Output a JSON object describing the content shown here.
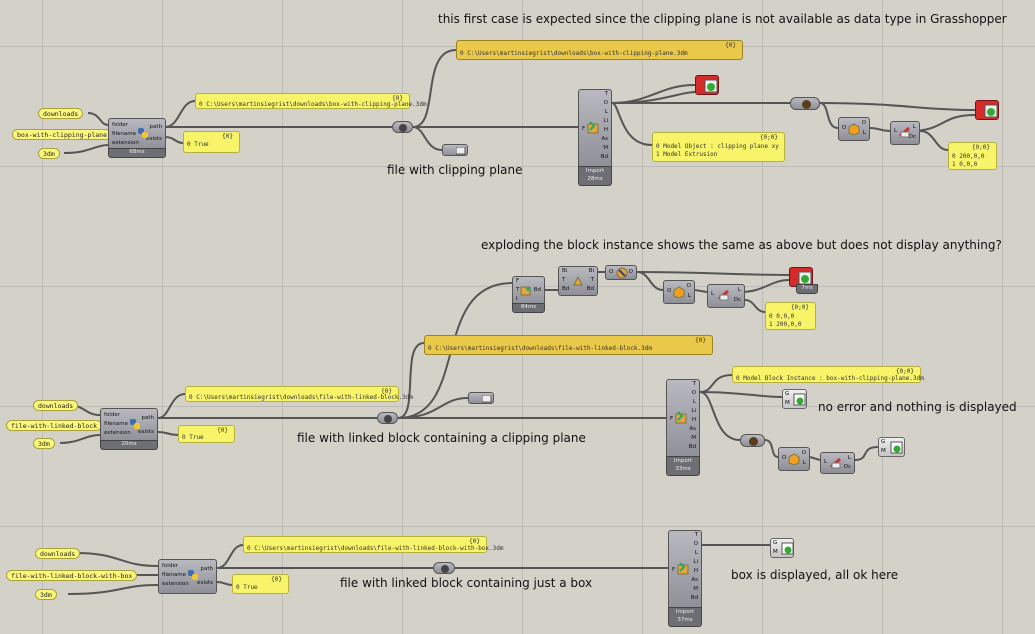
{
  "notes": {
    "n1": "this first case is expected since the clipping plane is not available as data type in Grasshopper",
    "n2": "file with clipping plane",
    "n3": "exploding the block instance shows the same as above but does not display anything?",
    "n4": "file with linked block containing a clipping plane",
    "n5": "no error and nothing is displayed",
    "n6": "file with linked block containing just a box",
    "n7": "box is displayed, all ok here"
  },
  "inputs": {
    "a_folder": "downloads",
    "a_file": "box-with-clipping-plane",
    "a_ext": "3dm",
    "b_folder": "downloads",
    "b_file": "file-with-linked-block",
    "b_ext": "3dm",
    "c_folder": "downloads",
    "c_file": "file-with-linked-block-with-box",
    "c_ext": "3dm"
  },
  "python": {
    "in1": "folder",
    "in2": "filename",
    "in3": "extension",
    "out1": "path",
    "out2": "exists",
    "time_a": "68ms",
    "time_b": "20ms"
  },
  "panels": {
    "p1_count": "{0}",
    "p1_text": "0 C:\\Users\\martinsiegrist\\downloads\\box-with-clipping-plane.3dm",
    "p2_count": "{0}",
    "p2_text": "0 True",
    "p3_count": "{0}",
    "p3_text": "0 C:\\Users\\martinsiegrist\\downloads\\box-with-clipping-plane.3dm",
    "p4_count": "{0;0}",
    "p4_text1": "0 Model Object : clipping plane xy",
    "p4_text2": "1 Model Extrusion",
    "p5_count": "{0;0}",
    "p5_text1": "0 200,0,0",
    "p5_text2": "1 0,0,0",
    "p6_count": "{0;0}",
    "p6_text1": "0 0,0,0",
    "p6_text2": "1 200,0,0",
    "p7_count": "{0}",
    "p7_text": "0 C:\\Users\\martinsiegrist\\downloads\\file-with-linked-block.3dm",
    "p8_count": "{0}",
    "p8_text": "0 C:\\Users\\martinsiegrist\\downloads\\file-with-linked-block.3dm",
    "p9_count": "{0;0}",
    "p9_text": "0 Model Block Instance : box-with-clipping-plane.3dm",
    "p10_count": "{0}",
    "p10_text": "0 True",
    "p11_count": "{0}",
    "p11_text": "0 C:\\Users\\martinsiegrist\\downloads\\file-with-linked-block-with-box.3dm",
    "p12_count": "{0}",
    "p12_text": "0 True"
  },
  "import": {
    "label": "Import",
    "in": "F",
    "outs": [
      "T",
      "O",
      "L",
      "Li",
      "H",
      "As",
      "M",
      "Bd"
    ],
    "time_a": "28ms",
    "time_b": "33ms",
    "time_c": "37ms"
  },
  "explode": {
    "time": "84ms",
    "in1": "F",
    "in2": "T",
    "in3": "I",
    "out": "Bd",
    "b_ins": [
      "Bi",
      "T",
      "Bd"
    ],
    "b_outs": [
      "Bi",
      "T",
      "Bd"
    ]
  },
  "misc": {
    "deconstruct_time": "7ms",
    "box_in": "O",
    "box_outs": [
      "O",
      "L"
    ],
    "line_in": "L",
    "line_outs": [
      "L",
      "Dc"
    ],
    "o_label": "O",
    "preview_in": [
      "G",
      "M"
    ]
  }
}
